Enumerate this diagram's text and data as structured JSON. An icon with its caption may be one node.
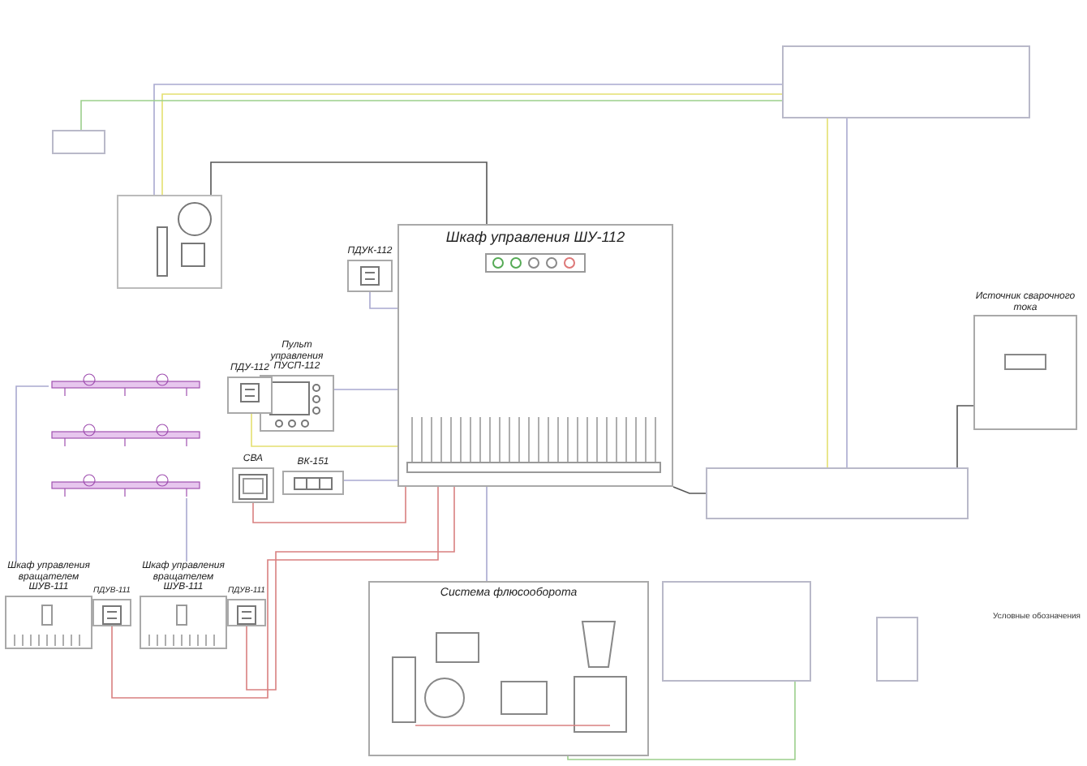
{
  "diagram": {
    "nodes": [
      {
        "text": [],
        "shape": "box"
      },
      {
        "text": [
          "Шкаф управления ШУ-112"
        ]
      },
      {
        "text": [
          "ПДУК-112"
        ]
      },
      {
        "text": [
          "Пульт управления ПУСП-112"
        ]
      },
      {
        "text": [
          "ПДУ-112"
        ]
      },
      {
        "text": [
          "СВА"
        ]
      },
      {
        "text": [
          "ВК-151"
        ]
      },
      {
        "text": [
          "Источник сварочного тока"
        ]
      },
      {
        "text": [
          "Шкаф управления вращателем ШУВ-111"
        ]
      },
      {
        "text": [
          "ПДУВ-111"
        ]
      },
      {
        "text": [
          "Шкаф управления вращателем ШУВ-111"
        ]
      },
      {
        "text": [
          "ПДУВ-111"
        ]
      },
      {
        "text": [
          "Система флюсооборота"
        ]
      },
      {
        "text": [],
        "shape": "box"
      },
      {
        "text": [],
        "shape": "picture"
      },
      {
        "text": [],
        "shape": "bar"
      },
      {
        "text": [],
        "shape": "bar"
      },
      {
        "text": [],
        "shape": "bar"
      },
      {
        "text": [],
        "shape": "box"
      },
      {
        "text": [],
        "shape": "box"
      },
      {
        "text": [],
        "shape": "box"
      }
    ],
    "edges": [
      {
        "from": 0,
        "to": 14,
        "arrow": "none",
        "color": "#e4e070"
      },
      {
        "from": 0,
        "to": 14,
        "arrow": "none"
      },
      {
        "from": 0,
        "to": 13,
        "arrow": "none",
        "color": "#9ccf8c"
      },
      {
        "from": 0,
        "to": 18,
        "arrow": "none",
        "color": "#e4e070"
      },
      {
        "from": 0,
        "to": 18,
        "arrow": "none"
      },
      {
        "from": 1,
        "to": 14,
        "arrow": "none",
        "color": "#555555"
      },
      {
        "from": 2,
        "to": 1,
        "arrow": "none"
      },
      {
        "from": 3,
        "to": 1,
        "arrow": "none"
      },
      {
        "from": 4,
        "to": 1,
        "arrow": "none",
        "color": "#e4e070"
      },
      {
        "from": 5,
        "to": 1,
        "arrow": "none",
        "color": "#d98080"
      },
      {
        "from": 6,
        "to": 1,
        "arrow": "none"
      },
      {
        "from": 17,
        "to": 10,
        "arrow": "none"
      },
      {
        "from": 15,
        "to": 8,
        "arrow": "none"
      },
      {
        "from": 9,
        "to": 1,
        "arrow": "none",
        "color": "#d98080"
      },
      {
        "from": 11,
        "to": 1,
        "arrow": "none",
        "color": "#d98080"
      },
      {
        "from": 12,
        "to": 1,
        "arrow": "none"
      },
      {
        "from": 18,
        "to": 1,
        "arrow": "none",
        "color": "#555555"
      },
      {
        "from": 7,
        "to": 18,
        "arrow": "none",
        "color": "#555555"
      },
      {
        "from": 19,
        "to": 12,
        "arrow": "none",
        "color": "#9ccf8c"
      }
    ],
    "labels": [
      "Условные обозначения"
    ]
  }
}
